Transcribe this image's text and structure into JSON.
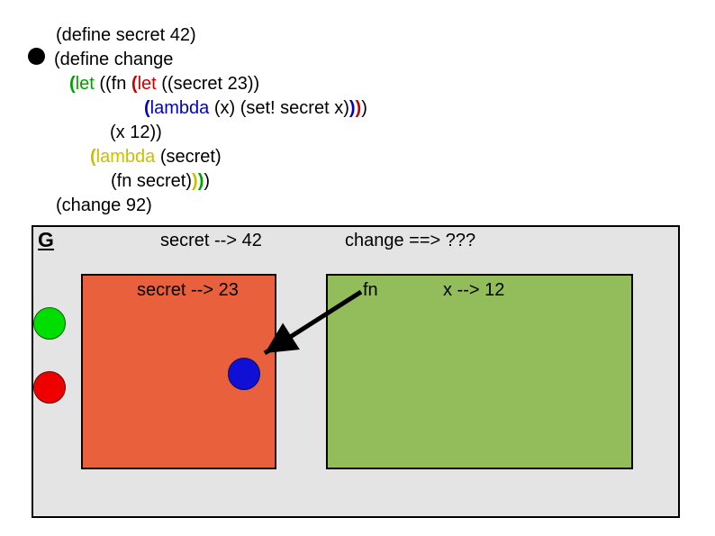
{
  "palette": {
    "code_green": "#00A000",
    "code_red": "#CC0000",
    "code_blue": "#0000CC",
    "code_yellow": "#C8C000",
    "global_env_gray": "#E4E4E4",
    "let_env_orange": "#E9603C",
    "closure_env_green": "#92BD5A",
    "green_dot": "#00DD00",
    "red_dot": "#EE0000",
    "blue_dot": "#0F0FD6"
  },
  "code": {
    "lines": [
      {
        "tokens": [
          {
            "text": "(define secret 42)",
            "cls": "plain"
          }
        ]
      },
      {
        "tokens": [
          {
            "text": "(define change",
            "cls": "plain"
          }
        ]
      },
      {
        "tokens": [
          {
            "text": "(",
            "cls": "gb"
          },
          {
            "text": "let",
            "cls": "g"
          },
          {
            "text": " ((fn ",
            "cls": "plain"
          },
          {
            "text": "(",
            "cls": "rb"
          },
          {
            "text": "let",
            "cls": "r"
          },
          {
            "text": " ((secret 23))",
            "cls": "plain"
          }
        ]
      },
      {
        "tokens": [
          {
            "text": "(",
            "cls": "bb"
          },
          {
            "text": "lambda",
            "cls": "b"
          },
          {
            "text": " (x) (set! secret x)",
            "cls": "plain"
          },
          {
            "text": ")",
            "cls": "bb"
          },
          {
            "text": ")",
            "cls": "rb"
          },
          {
            "text": ")",
            "cls": "plain"
          }
        ]
      },
      {
        "tokens": [
          {
            "text": "(x 12))",
            "cls": "plain"
          }
        ]
      },
      {
        "tokens": [
          {
            "text": "(",
            "cls": "yb"
          },
          {
            "text": "lambda",
            "cls": "y"
          },
          {
            "text": " (secret)",
            "cls": "plain"
          }
        ]
      },
      {
        "tokens": [
          {
            "text": "(fn secret)",
            "cls": "plain"
          },
          {
            "text": ")",
            "cls": "yb"
          },
          {
            "text": ")",
            "cls": "gb"
          },
          {
            "text": ")",
            "cls": "plain"
          }
        ]
      },
      {
        "tokens": [
          {
            "text": "(change 92)",
            "cls": "plain"
          }
        ]
      }
    ]
  },
  "diagram": {
    "env_label": "G",
    "global_secret_binding": "secret --> 42",
    "global_change_binding": "change ==> ???",
    "let_secret_binding": "secret --> 23",
    "closure_fn_label": "fn",
    "closure_x_binding": "x --> 12"
  }
}
